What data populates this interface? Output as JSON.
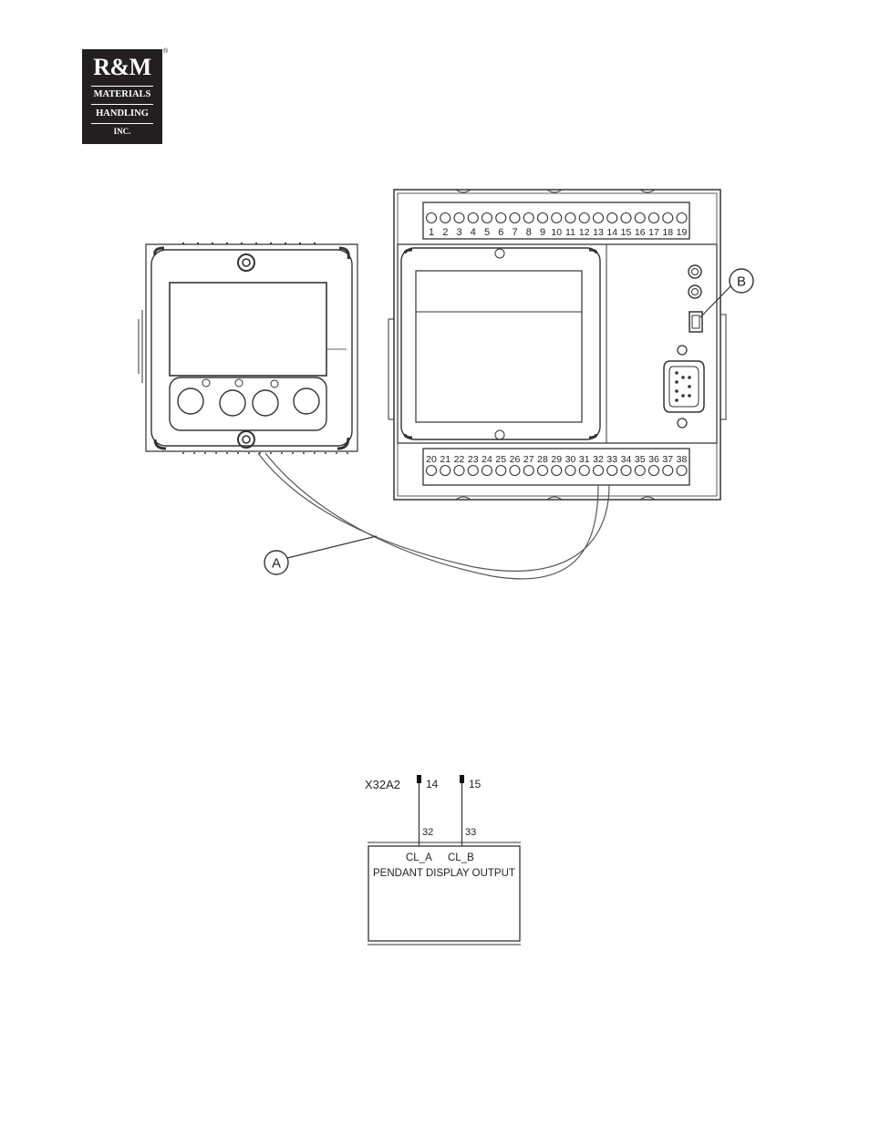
{
  "logo": {
    "name": "R&M",
    "line1": "MATERIALS",
    "line2": "HANDLING",
    "line3": "INC.",
    "registered_mark": "®"
  },
  "device_diagram": {
    "top_terminals": [
      "1",
      "2",
      "3",
      "4",
      "5",
      "6",
      "7",
      "8",
      "9",
      "10",
      "11",
      "12",
      "13",
      "14",
      "15",
      "16",
      "17",
      "18",
      "19"
    ],
    "bottom_terminals": [
      "20",
      "21",
      "22",
      "23",
      "24",
      "25",
      "26",
      "27",
      "28",
      "29",
      "30",
      "31",
      "32",
      "33",
      "34",
      "35",
      "36",
      "37",
      "38"
    ],
    "callouts": [
      "A",
      "B"
    ]
  },
  "schematic": {
    "connector_label": "X32A2",
    "pins": [
      {
        "pin": "14",
        "terminal": "32",
        "signal": "CL_A"
      },
      {
        "pin": "15",
        "terminal": "33",
        "signal": "CL_B"
      }
    ],
    "block_label": "PENDANT DISPLAY OUTPUT"
  },
  "colors": {
    "logo_background": "#231f20",
    "line": "#333333"
  }
}
